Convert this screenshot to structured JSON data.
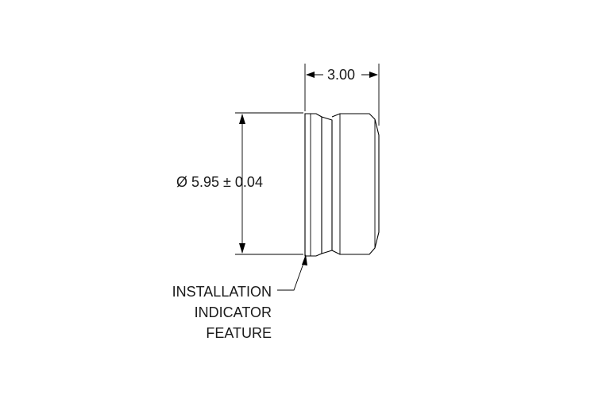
{
  "dimensions": {
    "width_label": "3.00",
    "diameter_label": "Ø 5.95 ± 0.04"
  },
  "callout": {
    "lines": [
      "INSTALLATION",
      "INDICATOR",
      "FEATURE"
    ]
  }
}
